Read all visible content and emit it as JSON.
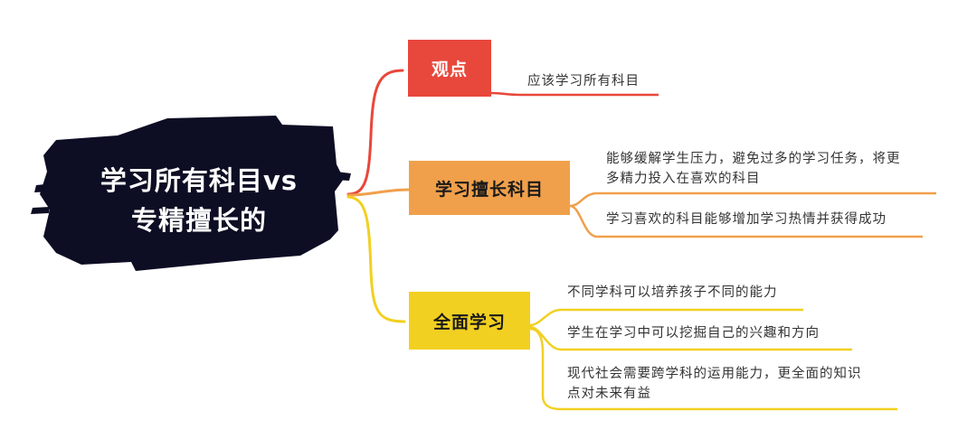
{
  "diagram": {
    "root": {
      "line1": "学习所有科目vs",
      "line2": "专精擅长的"
    },
    "branches": [
      {
        "label": "观点",
        "color": "#e8473b",
        "leaves": [
          {
            "text": "应该学习所有科目"
          }
        ]
      },
      {
        "label": "学习擅长科目",
        "color": "#f0a04b",
        "leaves": [
          {
            "line1": "能够缓解学生压力，避免过多的学习任务，将更",
            "line2": "多精力投入在喜欢的科目"
          },
          {
            "text": "学习喜欢的科目能够增加学习热情并获得成功"
          }
        ]
      },
      {
        "label": "全面学习",
        "color": "#f2d021",
        "leaves": [
          {
            "text": "不同学科可以培养孩子不同的能力"
          },
          {
            "text": "学生在学习中可以挖掘自己的兴趣和方向"
          },
          {
            "line1": "现代社会需要跨学科的运用能力，更全面的知识",
            "line2": "点对未来有益"
          }
        ]
      }
    ],
    "root_color": "#0d0d24"
  }
}
